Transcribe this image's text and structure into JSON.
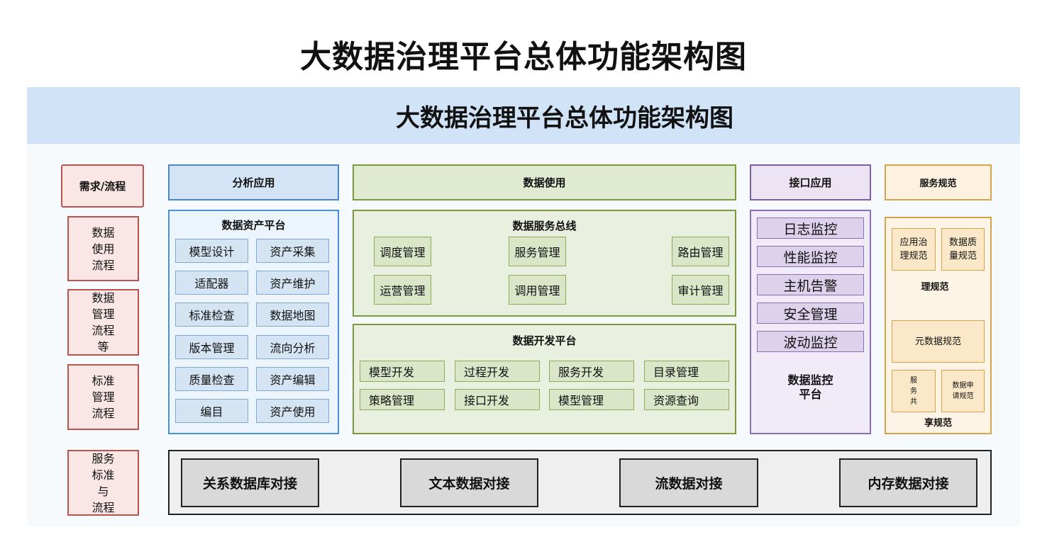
{
  "title": "大数据治理平台总体功能架构图",
  "banner_title": "大数据治理平台总体功能架构图",
  "left": {
    "header": "需求/流程",
    "items": [
      "数据\n使用\n流程",
      "数据\n管理\n流程\n等",
      "标准\n管理\n流程",
      "服务\n标准\n与\n流程"
    ]
  },
  "headers": {
    "analysis": "分析应用",
    "data_use": "数据使用",
    "interface": "接口应用",
    "service_spec": "服务规范"
  },
  "asset_platform": {
    "title": "数据资产平台",
    "cells": [
      "模型设计",
      "资产采集",
      "适配器",
      "资产维护",
      "标准检查",
      "数据地图",
      "版本管理",
      "流向分析",
      "质量检查",
      "资产编辑",
      "编目",
      "资产使用"
    ]
  },
  "service_bus": {
    "title": "数据服务总线",
    "cells": [
      "调度管理",
      "服务管理",
      "路由管理",
      "运营管理",
      "调用管理",
      "审计管理"
    ]
  },
  "dev_platform": {
    "title": "数据开发平台",
    "cells": [
      "模型开发",
      "过程开发",
      "服务开发",
      "目录管理",
      "策略管理",
      "接口开发",
      "模型管理",
      "资源查询"
    ]
  },
  "monitor": {
    "title": "数据监控\n平台",
    "cells": [
      "日志监控",
      "性能监控",
      "主机告警",
      "安全管理",
      "波动监控"
    ]
  },
  "spec": {
    "cell_app": "应用治\n理规范",
    "cell_quality": "数据质\n量规范",
    "label_manage": "理规范",
    "cell_meta": "元数据规范",
    "cell_share": "服\n务\n共",
    "cell_apply": "数据申\n请规范",
    "label_share": "享规范"
  },
  "bottom": [
    "关系数据库对接",
    "文本数据对接",
    "流数据对接",
    "内存数据对接"
  ]
}
